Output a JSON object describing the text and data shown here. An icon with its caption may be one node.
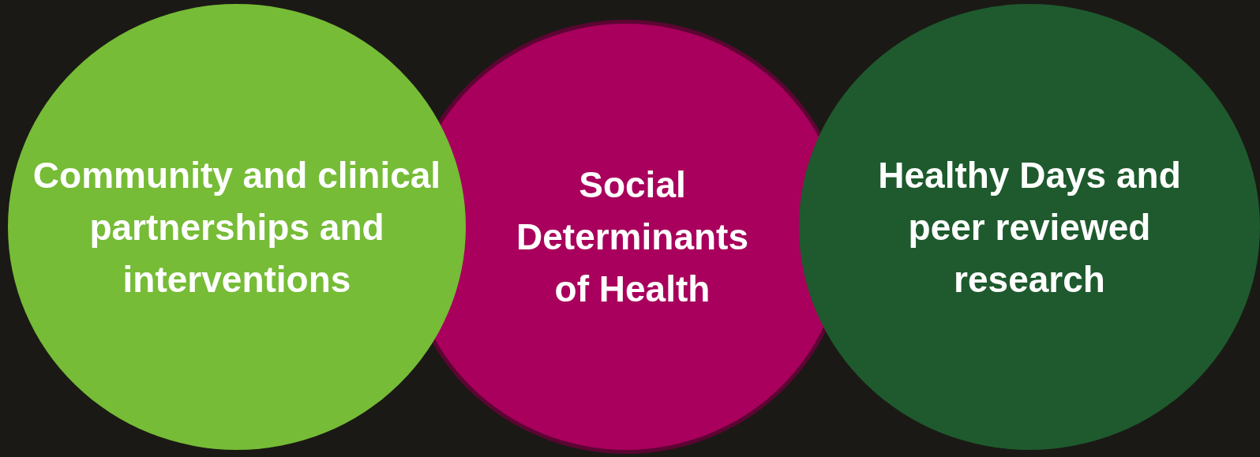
{
  "diagram": {
    "nodes": [
      {
        "text": [
          "Community and clinical partnerships and interventions"
        ]
      },
      {
        "text": [
          "Social Determinants of Health"
        ]
      },
      {
        "text": [
          "Healthy Days and peer reviewed research"
        ]
      }
    ]
  }
}
